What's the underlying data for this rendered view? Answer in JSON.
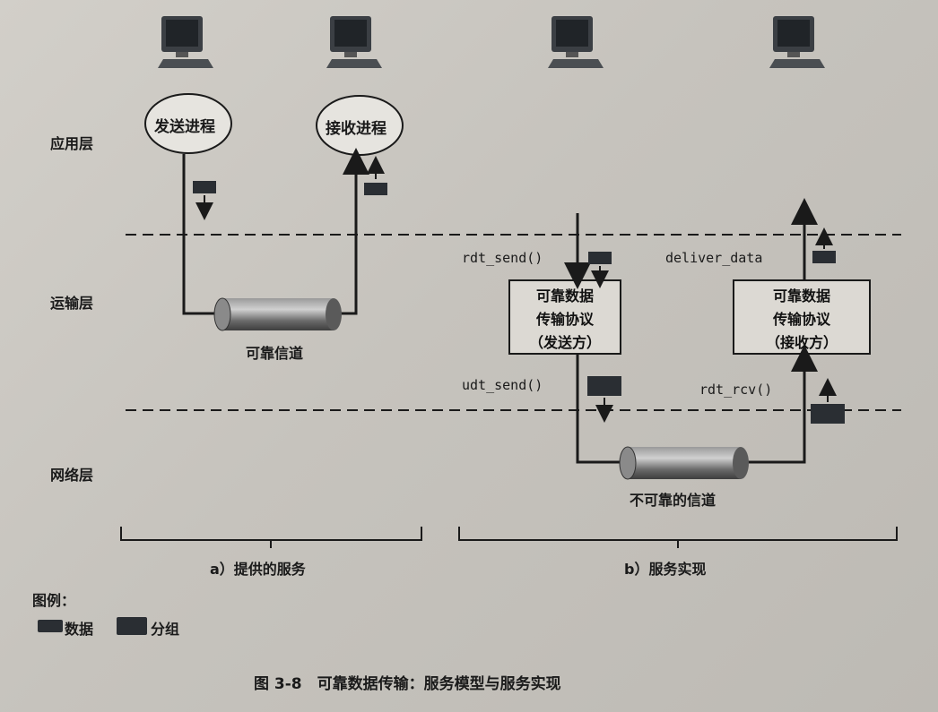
{
  "layers": {
    "application": "应用层",
    "transport": "运输层",
    "network": "网络层"
  },
  "panel_a": {
    "sender_process": "发送进程",
    "receiver_process": "接收进程",
    "channel": "可靠信道",
    "caption": "a）提供的服务"
  },
  "panel_b": {
    "rdt_send": "rdt_send()",
    "deliver_data": "deliver_data",
    "udt_send": "udt_send()",
    "rdt_rcv": "rdt_rcv()",
    "sender_box": [
      "可靠数据",
      "传输协议",
      "（发送方）"
    ],
    "receiver_box": [
      "可靠数据",
      "传输协议",
      "（接收方）"
    ],
    "channel": "不可靠的信道",
    "caption": "b）服务实现"
  },
  "legend": {
    "title": "图例：",
    "data": "数据",
    "packet": "分组"
  },
  "figure_caption": "图 3-8　可靠数据传输：服务模型与服务实现",
  "colors": {
    "line": "#1a1a1a",
    "dark_block": "#2a2e33",
    "pipe": "#6e6e6e"
  }
}
